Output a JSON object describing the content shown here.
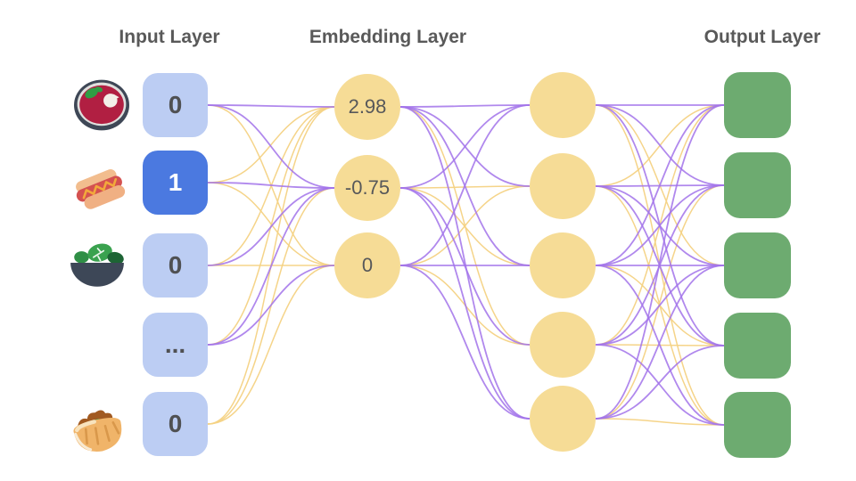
{
  "headers": {
    "input": "Input Layer",
    "embedding": "Embedding Layer",
    "output": "Output Layer"
  },
  "input_nodes": [
    {
      "icon": "borscht-icon",
      "value": "0",
      "active": false
    },
    {
      "icon": "hotdog-icon",
      "value": "1",
      "active": true
    },
    {
      "icon": "salad-icon",
      "value": "0",
      "active": false
    },
    {
      "icon": "",
      "value": "...",
      "active": false
    },
    {
      "icon": "pita-icon",
      "value": "0",
      "active": false
    }
  ],
  "embedding_nodes": [
    {
      "value": "2.98"
    },
    {
      "value": "-0.75"
    },
    {
      "value": "0"
    }
  ],
  "hidden_layer": {
    "count": 5
  },
  "output_layer": {
    "count": 5
  },
  "colors": {
    "background": "#ffffff",
    "header_text": "#595959",
    "input_inactive": "#bccdf3",
    "input_active": "#4b79e0",
    "input_text": "#4f5052",
    "input_active_text": "#ffffff",
    "embedding_fill": "#f6dc96",
    "embedding_text": "#57585a",
    "hidden_fill": "#f6dc96",
    "output_fill": "#6dab70",
    "edge_purple": "#a273ea",
    "edge_yellow": "#f4d283"
  },
  "edges": {
    "input_to_embedding": [
      [
        0,
        0,
        "p"
      ],
      [
        0,
        1,
        "p"
      ],
      [
        0,
        2,
        "y"
      ],
      [
        1,
        0,
        "y"
      ],
      [
        1,
        1,
        "p"
      ],
      [
        1,
        2,
        "y"
      ],
      [
        2,
        0,
        "y"
      ],
      [
        2,
        1,
        "p"
      ],
      [
        2,
        2,
        "y"
      ],
      [
        3,
        0,
        "y"
      ],
      [
        3,
        1,
        "p"
      ],
      [
        3,
        2,
        "p"
      ],
      [
        4,
        0,
        "y"
      ],
      [
        4,
        1,
        "y"
      ],
      [
        4,
        2,
        "y"
      ]
    ],
    "embedding_to_hidden": [
      [
        0,
        0,
        "p"
      ],
      [
        0,
        1,
        "p"
      ],
      [
        0,
        2,
        "p"
      ],
      [
        0,
        3,
        "y"
      ],
      [
        0,
        4,
        "p"
      ],
      [
        1,
        0,
        "p"
      ],
      [
        1,
        1,
        "y"
      ],
      [
        1,
        2,
        "y"
      ],
      [
        1,
        3,
        "p"
      ],
      [
        1,
        4,
        "p"
      ],
      [
        2,
        0,
        "p"
      ],
      [
        2,
        1,
        "y"
      ],
      [
        2,
        2,
        "p"
      ],
      [
        2,
        3,
        "y"
      ],
      [
        2,
        4,
        "p"
      ]
    ],
    "hidden_to_output": [
      [
        0,
        0,
        "p"
      ],
      [
        0,
        1,
        "p"
      ],
      [
        0,
        2,
        "y"
      ],
      [
        0,
        3,
        "p"
      ],
      [
        0,
        4,
        "y"
      ],
      [
        1,
        0,
        "y"
      ],
      [
        1,
        1,
        "p"
      ],
      [
        1,
        2,
        "p"
      ],
      [
        1,
        3,
        "p"
      ],
      [
        1,
        4,
        "y"
      ],
      [
        2,
        0,
        "p"
      ],
      [
        2,
        1,
        "p"
      ],
      [
        2,
        2,
        "p"
      ],
      [
        2,
        3,
        "y"
      ],
      [
        2,
        4,
        "p"
      ],
      [
        3,
        0,
        "y"
      ],
      [
        3,
        1,
        "p"
      ],
      [
        3,
        2,
        "p"
      ],
      [
        3,
        3,
        "y"
      ],
      [
        3,
        4,
        "p"
      ],
      [
        4,
        0,
        "p"
      ],
      [
        4,
        1,
        "y"
      ],
      [
        4,
        2,
        "p"
      ],
      [
        4,
        3,
        "p"
      ],
      [
        4,
        4,
        "y"
      ]
    ]
  }
}
